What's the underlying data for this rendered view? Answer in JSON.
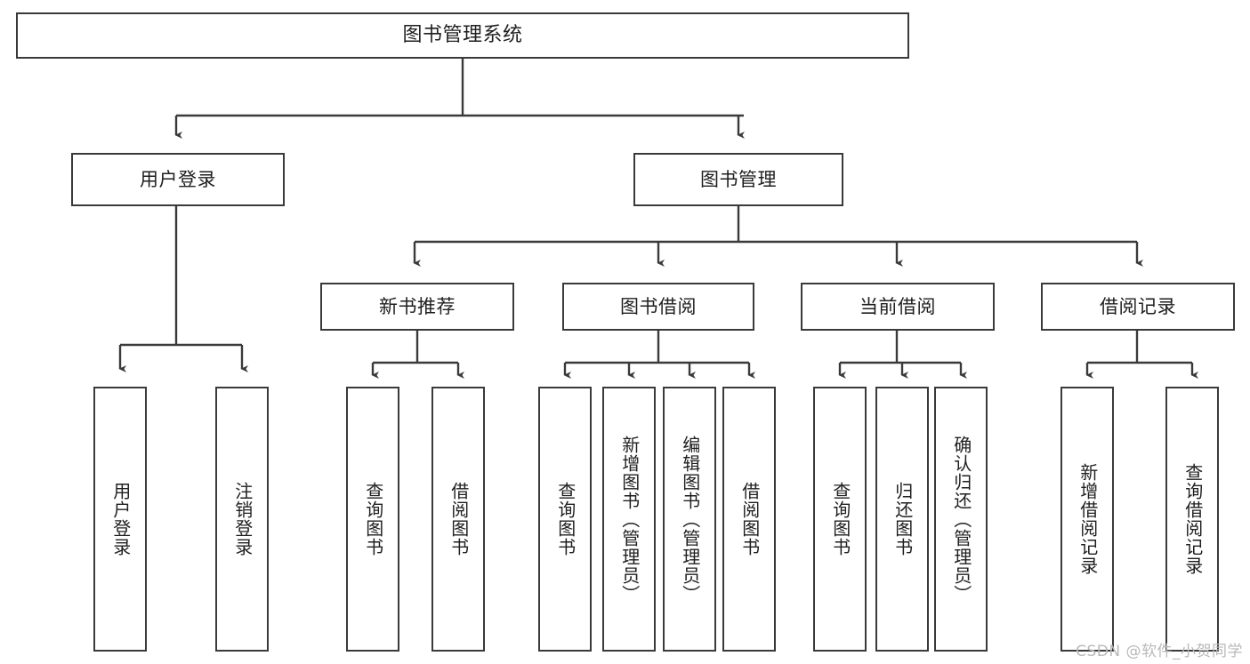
{
  "diagram": {
    "type": "tree-hierarchy-chart",
    "title": "图书管理系统",
    "line_color": "#3a3a3a",
    "box_fill": "#ffffff",
    "text_color": "#1f1f1f",
    "watermark": "CSDN @软件_小贺同学",
    "watermark_color": "#b9b9b9"
  },
  "nodes": {
    "root": {
      "label": "图书管理系统"
    },
    "level2": [
      {
        "label": "用户登录"
      },
      {
        "label": "图书管理"
      }
    ],
    "level3": [
      {
        "label": "新书推荐"
      },
      {
        "label": "图书借阅"
      },
      {
        "label": "当前借阅"
      },
      {
        "label": "借阅记录"
      }
    ],
    "leaves_user_login": [
      {
        "label": "用户登录"
      },
      {
        "label": "注销登录"
      }
    ],
    "leaves_new_books": [
      {
        "label": "查询图书"
      },
      {
        "label": "借阅图书"
      }
    ],
    "leaves_borrow": [
      {
        "label": "查询图书"
      },
      {
        "label": "新增图书（管理员）"
      },
      {
        "label": "编辑图书（管理员）"
      },
      {
        "label": "借阅图书"
      }
    ],
    "leaves_current": [
      {
        "label": "查询图书"
      },
      {
        "label": "归还图书"
      },
      {
        "label": "确认归还（管理员）"
      }
    ],
    "leaves_records": [
      {
        "label": "新增借阅记录"
      },
      {
        "label": "查询借阅记录"
      }
    ]
  }
}
